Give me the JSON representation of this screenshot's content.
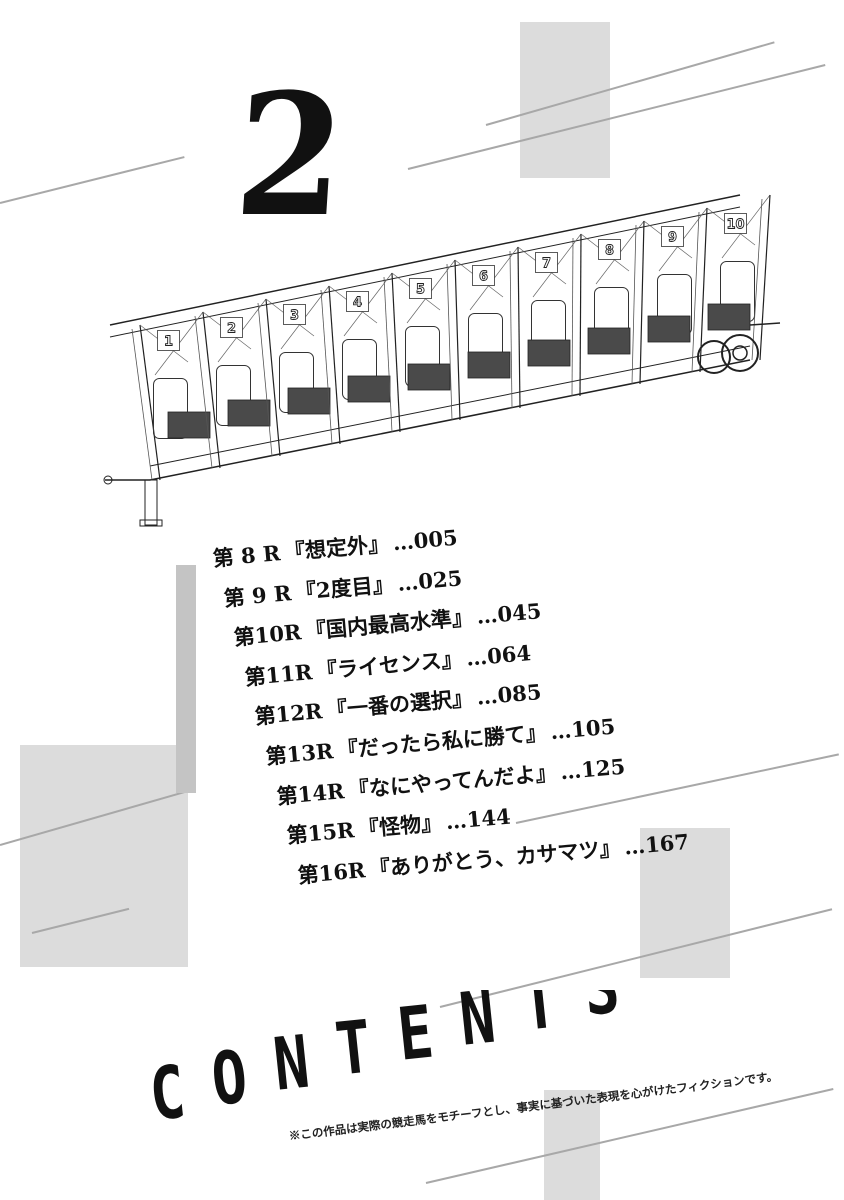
{
  "volume_number": "2",
  "chapters": [
    {
      "label": "第 8 R",
      "title": "『想定外』",
      "page": "…005"
    },
    {
      "label": "第 9 R",
      "title": "『2度目』",
      "page": "…025"
    },
    {
      "label": "第10R",
      "title": "『国内最高水準』",
      "page": "…045"
    },
    {
      "label": "第11R",
      "title": "『ライセンス』",
      "page": "…064"
    },
    {
      "label": "第12R",
      "title": "『一番の選択』",
      "page": "…085"
    },
    {
      "label": "第13R",
      "title": "『だったら私に勝て』",
      "page": "…105"
    },
    {
      "label": "第14R",
      "title": "『なにやってんだよ』",
      "page": "…125"
    },
    {
      "label": "第15R",
      "title": "『怪物』",
      "page": "…144"
    },
    {
      "label": "第16R",
      "title": "『ありがとう、カサマツ』",
      "page": "…167"
    }
  ],
  "gate_numbers": [
    "1",
    "2",
    "3",
    "4",
    "5",
    "6",
    "7",
    "8",
    "9",
    "10"
  ],
  "contents_letters": [
    "C",
    "O",
    "N",
    "T",
    "E",
    "N",
    "T",
    "S"
  ],
  "disclaimer": "※この作品は実際の競走馬をモチーフとし、事実に基づいた表現を心がけたフィクションです。",
  "colors": {
    "ink": "#111111",
    "gray_block": "#dcdcdc",
    "gray_line": "#a8a8a8",
    "gray_bar": "#c4c4c4"
  }
}
